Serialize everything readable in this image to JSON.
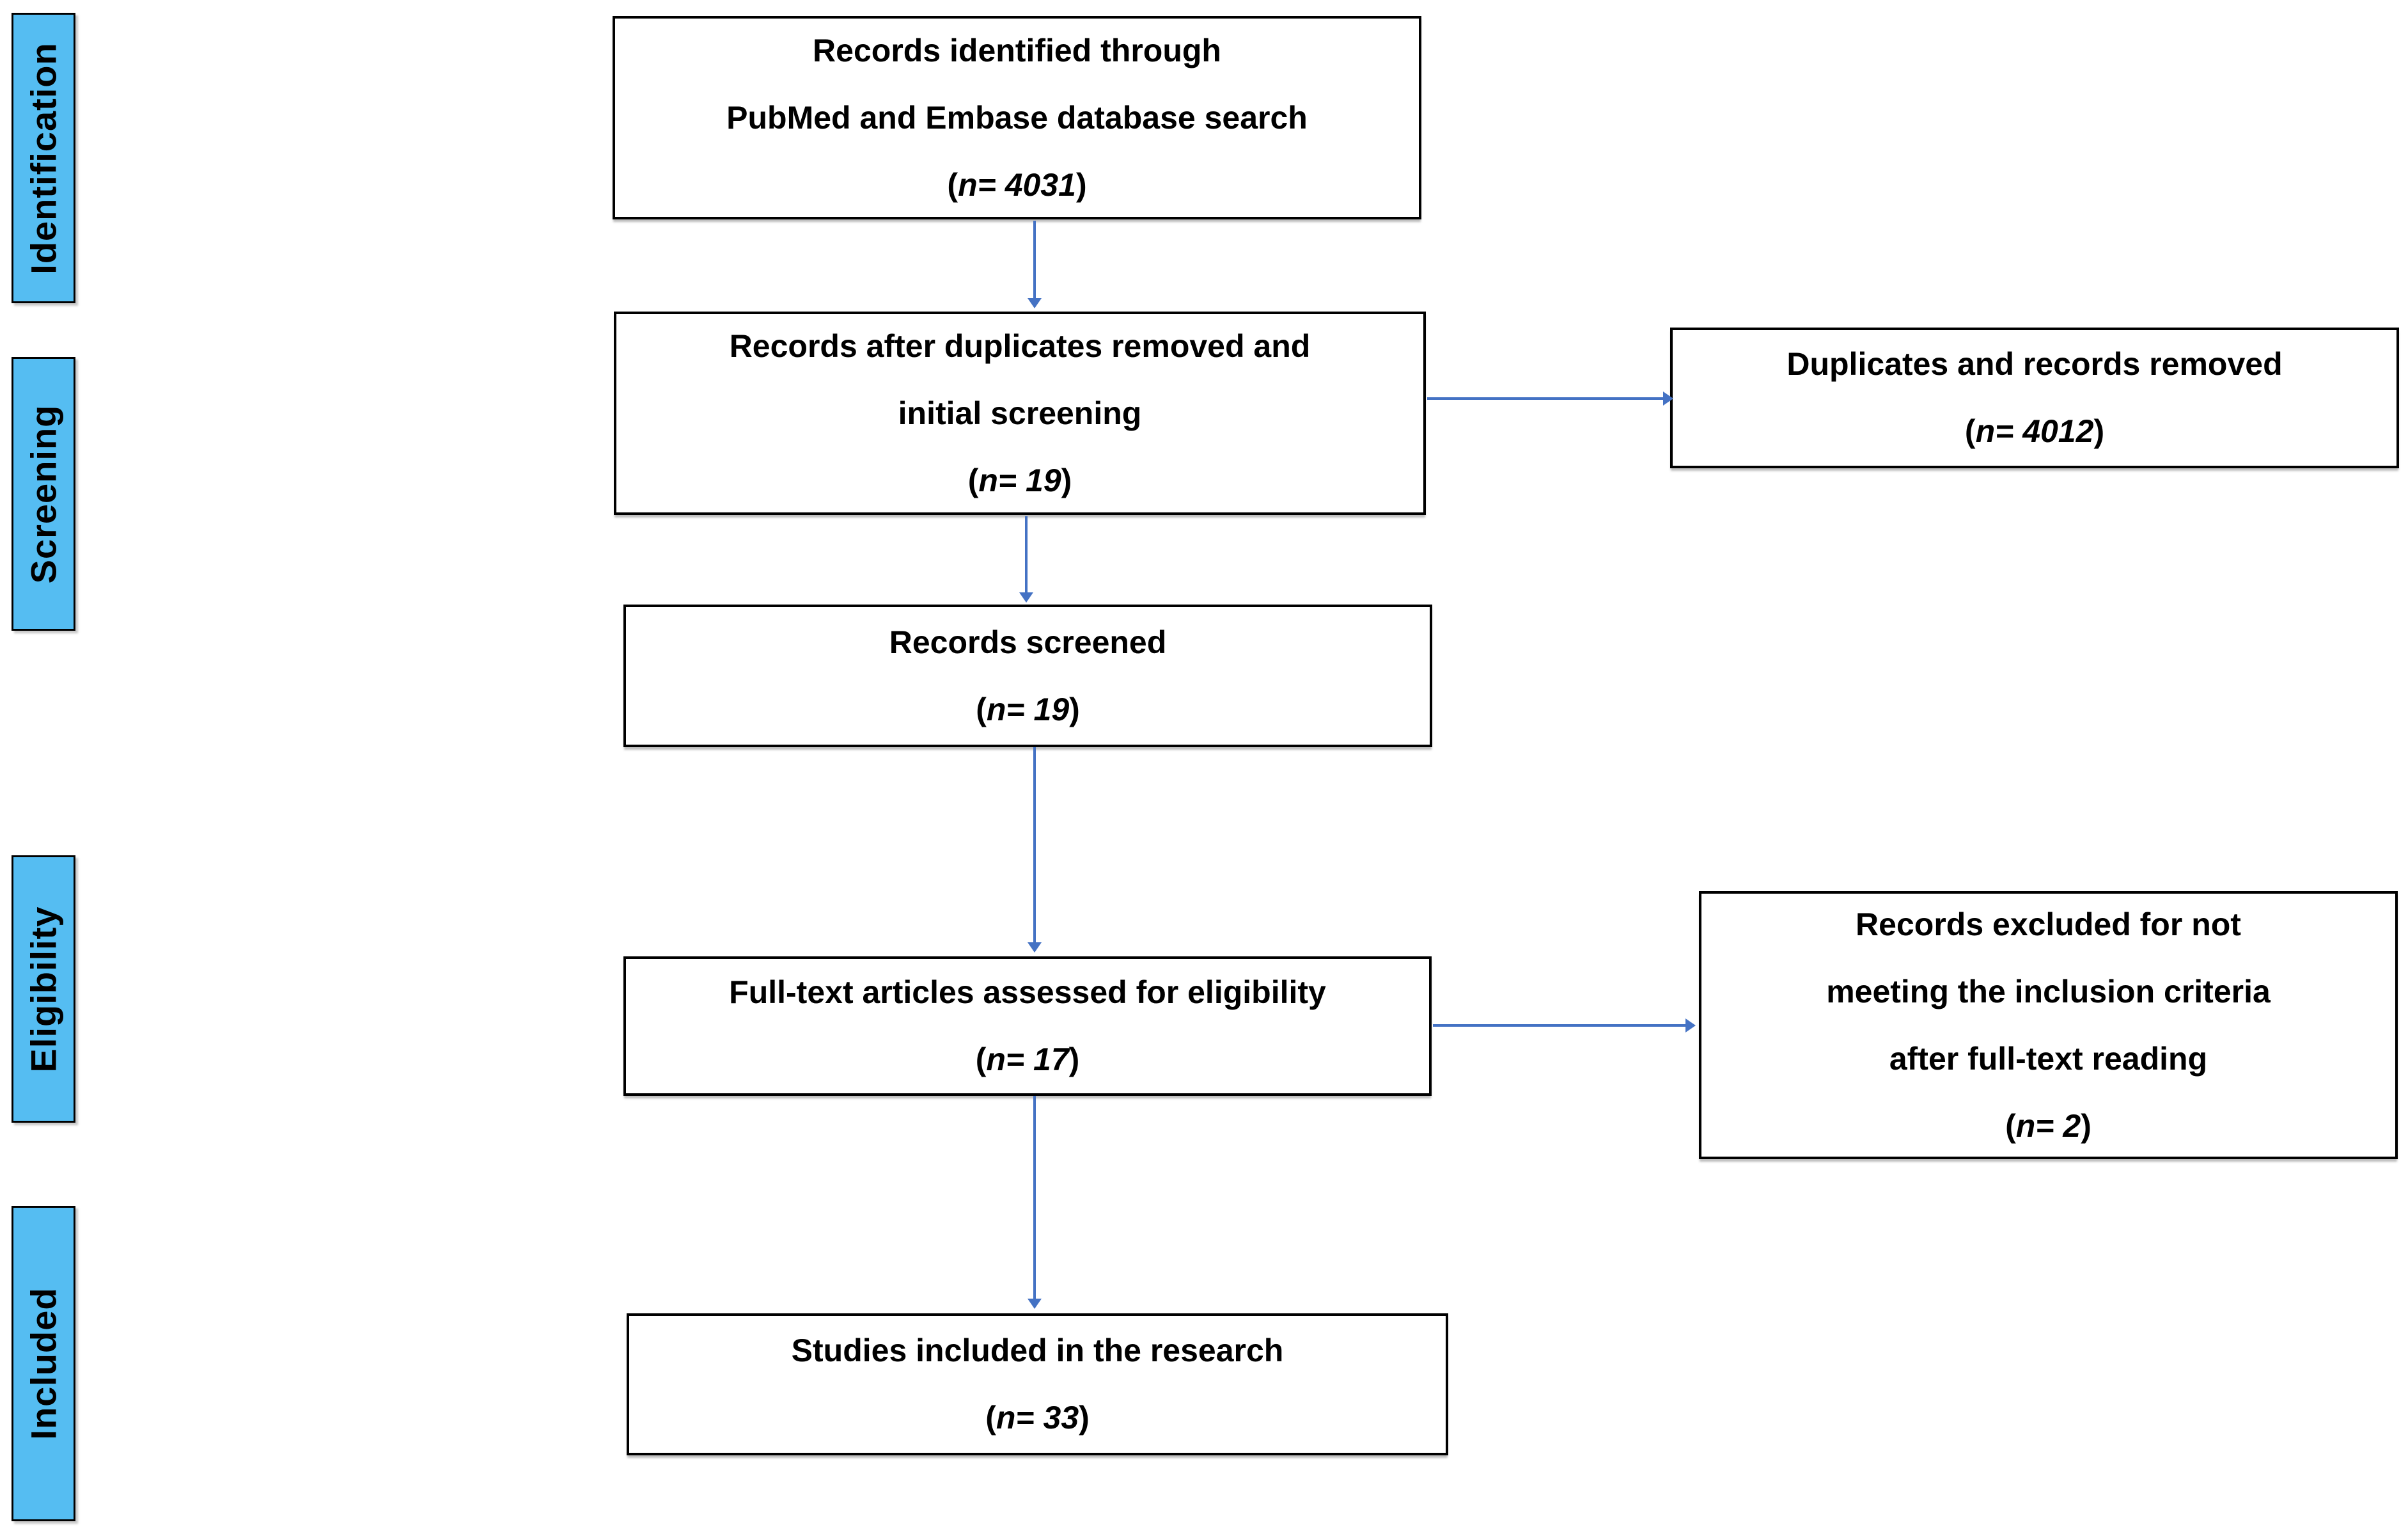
{
  "diagram": {
    "title": "PRISMA-style study selection flow diagram",
    "punct": {
      "open": "(",
      "close": ")"
    },
    "colors": {
      "stage_fill": "#55BDF2",
      "arrow": "#4472C4",
      "border": "#000000",
      "box_bg": "#FFFFFF",
      "text": "#000000"
    },
    "stage_labels": [
      {
        "id": "identification",
        "label": "Identification"
      },
      {
        "id": "screening",
        "label": "Screening"
      },
      {
        "id": "eligibility",
        "label": "Eligibility"
      },
      {
        "id": "included",
        "label": "Included"
      }
    ],
    "flow_boxes": [
      {
        "id": "records-identified",
        "lines": [
          "Records identified through",
          "PubMed and Embase database search"
        ],
        "count": "n= 4031"
      },
      {
        "id": "records-after-duplicates",
        "lines": [
          "Records after duplicates removed and",
          "initial screening"
        ],
        "count": "n= 19"
      },
      {
        "id": "records-screened",
        "lines": [
          "Records screened"
        ],
        "count": "n= 19"
      },
      {
        "id": "fulltext-assessed",
        "lines": [
          "Full-text articles assessed for eligibility"
        ],
        "count": "n= 17"
      },
      {
        "id": "studies-included",
        "lines": [
          "Studies included in the research"
        ],
        "count": "n= 33"
      }
    ],
    "side_boxes": [
      {
        "id": "duplicates-removed",
        "lines": [
          "Duplicates and records removed"
        ],
        "count": "n= 4012"
      },
      {
        "id": "records-excluded",
        "lines": [
          "Records excluded for not",
          "meeting the inclusion criteria",
          "after full-text reading"
        ],
        "count": "n= 2"
      }
    ]
  }
}
